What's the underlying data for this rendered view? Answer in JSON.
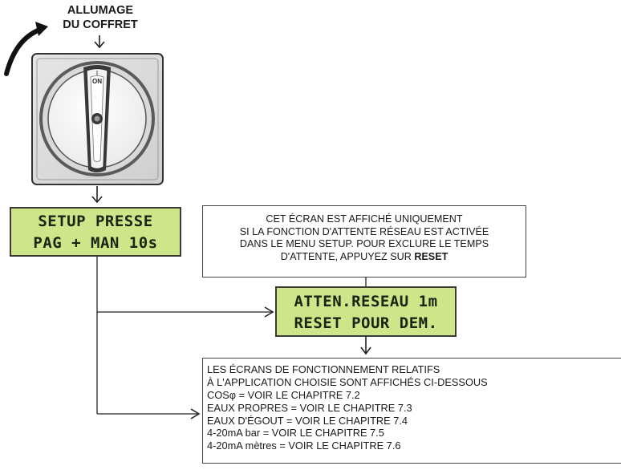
{
  "title": {
    "line1": "ALLUMAGE",
    "line2": "DU COFFRET"
  },
  "switch": {
    "indicator_line1": "I",
    "indicator_line2": "ON"
  },
  "setup_display": {
    "line1": "SETUP PRESSE",
    "line2": "PAG + MAN 10s"
  },
  "info_note": {
    "line1": "CET ÉCRAN EST AFFICHÉ UNIQUEMENT",
    "line2": "SI LA FONCTION D'ATTENTE RÉSEAU EST ACTIVÉE",
    "line3": "DANS LE MENU SETUP. POUR EXCLURE LE TEMPS",
    "line4_prefix": "D'ATTENTE, APPUYEZ SUR ",
    "line4_bold": "RESET"
  },
  "wait_display": {
    "line1": "ATTEN.RESEAU 1m",
    "line2": "RESET POUR DEM."
  },
  "screens_panel": {
    "intro_line1": "LES ÉCRANS DE FONCTIONNEMENT RELATIFS",
    "intro_line2": "À L'APPLICATION CHOISIE SONT AFFICHÉS CI-DESSOUS",
    "items": [
      "COSφ = VOIR LE CHAPITRE 7.2",
      "EAUX PROPRES = VOIR LE CHAPITRE 7.3",
      "EAUX D'ÉGOUT = VOIR LE CHAPITRE 7.4",
      "4-20mA bar = VOIR LE CHAPITRE 7.5",
      "4-20mA mètres = VOIR LE CHAPITRE 7.6"
    ]
  },
  "colors": {
    "lcd_background": "#cfe58a",
    "arrow_grey": "#8a8a8a",
    "line": "#333333"
  },
  "icons": [
    "curved-arrow-icon",
    "rotary-switch-icon",
    "right-arrow-icon",
    "brace-icon"
  ]
}
